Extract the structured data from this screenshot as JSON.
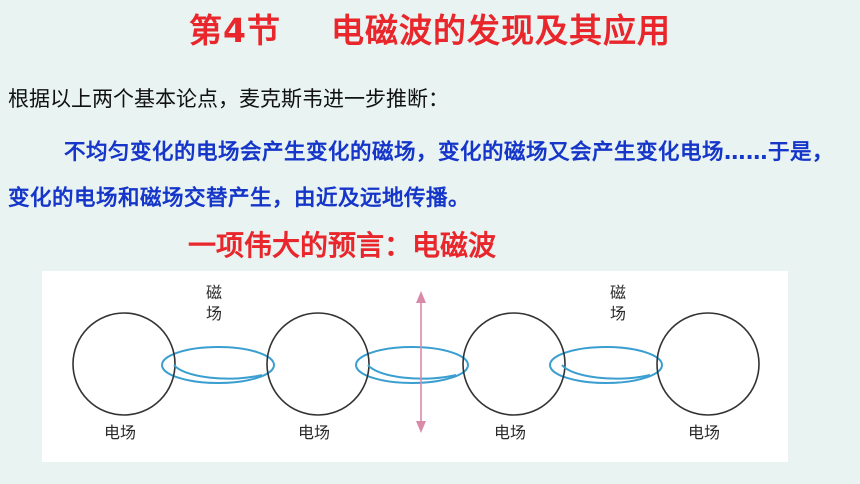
{
  "header": {
    "title": "第4节    电磁波的发现及其应用"
  },
  "body": {
    "intro": "根据以上两个基本论点，麦克斯韦进一步推断：",
    "highlight": "不均匀变化的电场会产生变化的磁场，变化的磁场又会产生变化电场……于是，变化的电场和磁场交替产生，由近及远地传播。",
    "subtitle": "一项伟大的预言：电磁波"
  },
  "diagram": {
    "electric_label": "电场",
    "magnetic_label_top": "磁",
    "magnetic_label_bottom": "场",
    "colors": {
      "circle": "#333333",
      "ellipse": "#3a9fd0",
      "arrow": "#d98aa8"
    }
  }
}
